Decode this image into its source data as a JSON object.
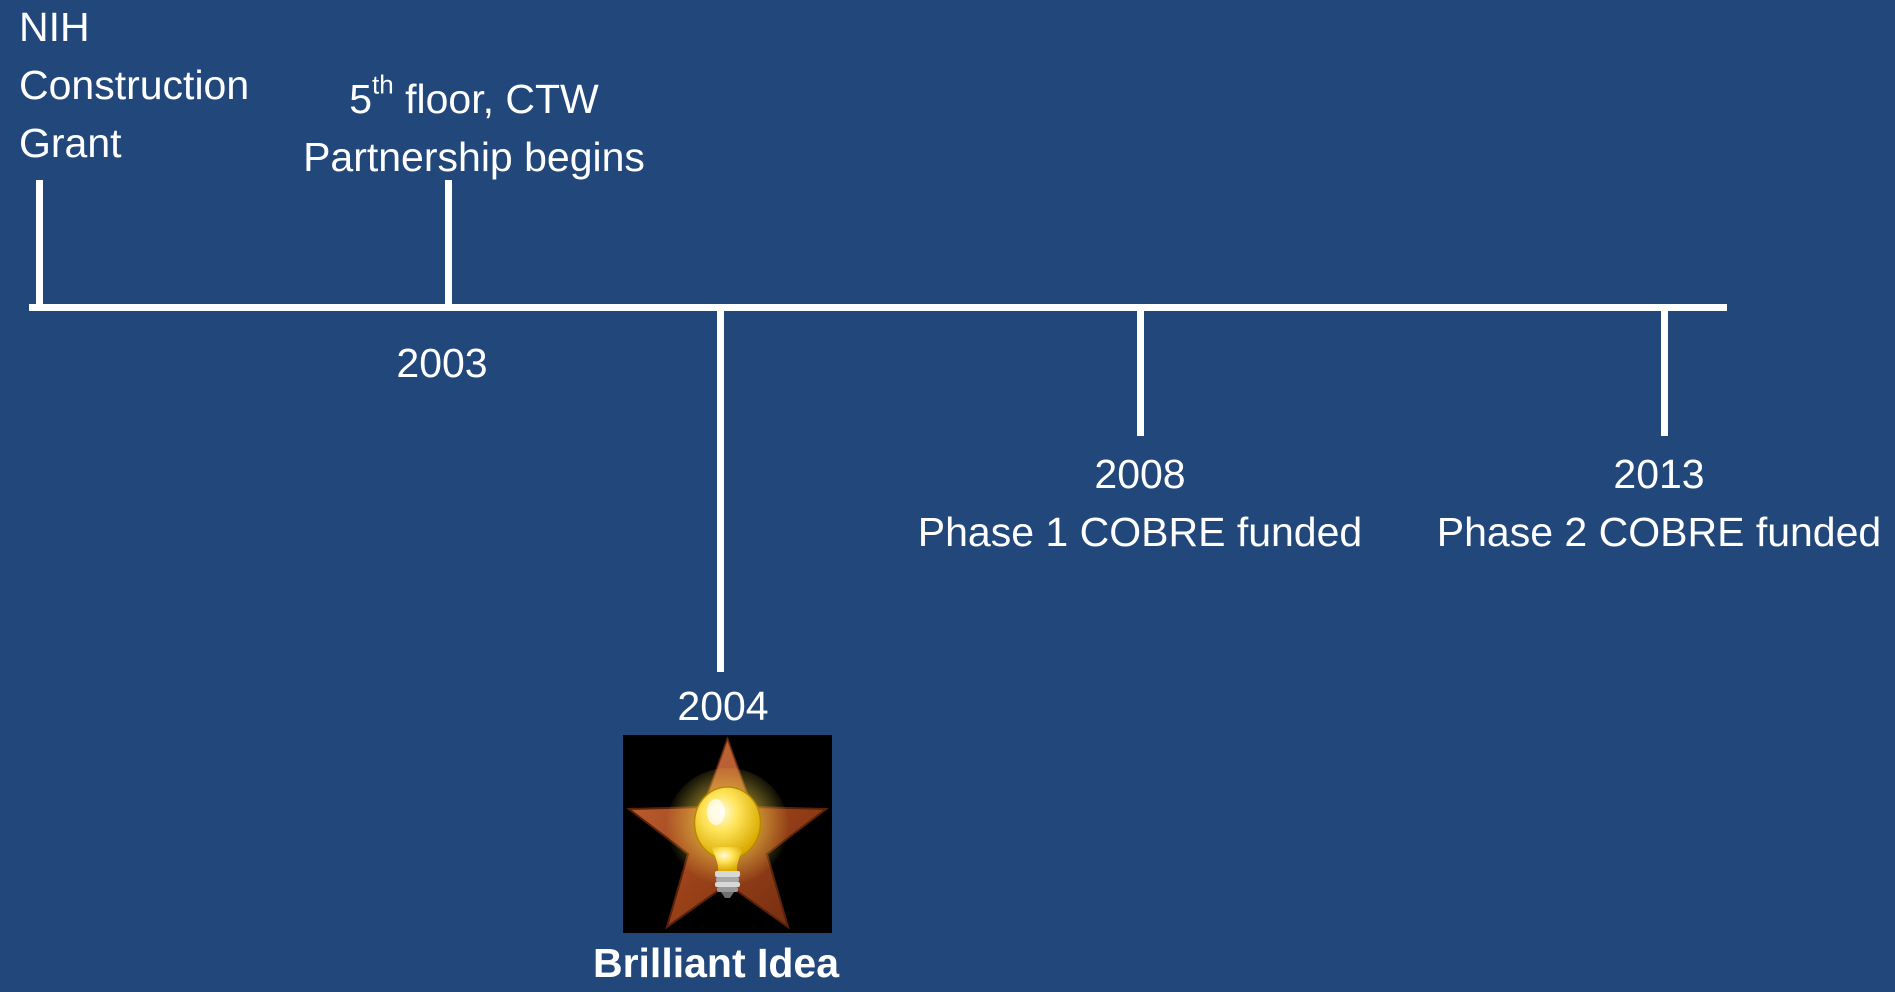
{
  "events": {
    "nih": {
      "line1": "NIH",
      "line2": "Construction",
      "line3": "Grant"
    },
    "ctw": {
      "ordinal_number": "5",
      "ordinal_suffix": "th",
      "line1_rest": " floor, CTW",
      "line2": "Partnership begins",
      "year": "2003"
    },
    "brilliant": {
      "year": "2004",
      "caption": "Brilliant Idea",
      "icon": "star-lightbulb-icon"
    },
    "cobre1": {
      "year": "2008",
      "label": "Phase 1 COBRE funded"
    },
    "cobre2": {
      "year": "2013",
      "label": "Phase 2 COBRE funded"
    }
  },
  "colors": {
    "background": "#21477b",
    "line": "#ffffff",
    "text": "#ffffff",
    "star": "#a44a1e",
    "bulb": "#f2d23a"
  }
}
